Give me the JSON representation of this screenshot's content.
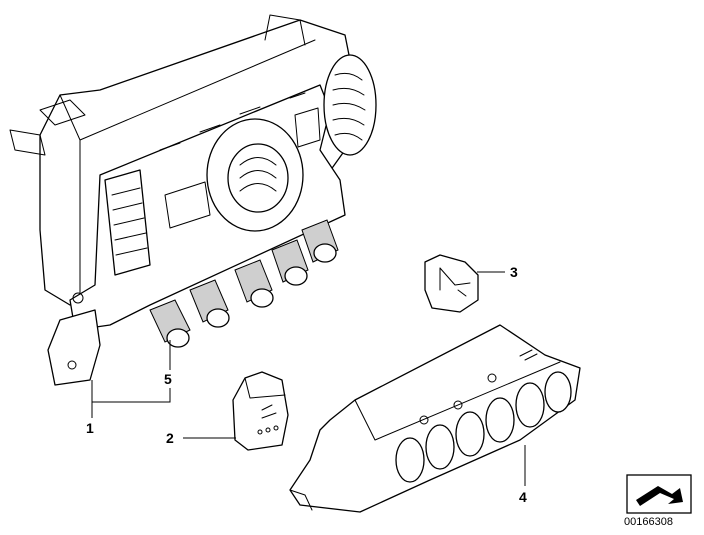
{
  "callouts": [
    {
      "id": "1",
      "label": "1"
    },
    {
      "id": "2",
      "label": "2"
    },
    {
      "id": "3",
      "label": "3"
    },
    {
      "id": "4",
      "label": "4"
    },
    {
      "id": "5",
      "label": "5"
    }
  ],
  "reference_number": "00166308",
  "icon": "nav-arrow-icon"
}
